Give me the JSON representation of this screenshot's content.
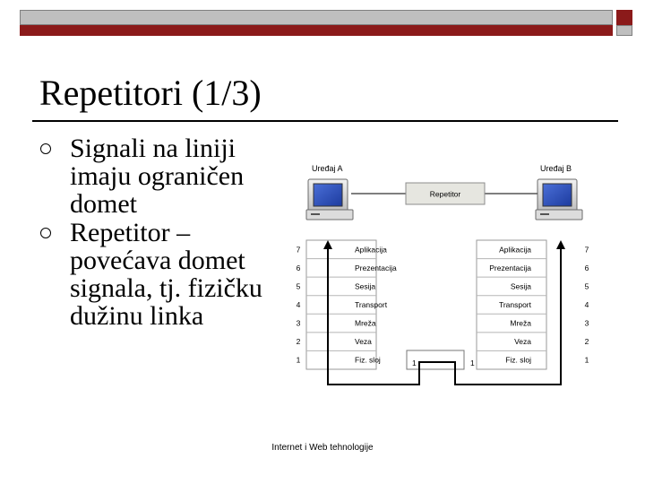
{
  "slide": {
    "title": "Repetitori (1/3)",
    "bullets": [
      "Signali na liniji imaju ograničen domet",
      "Repetitor – povećava domet signala, tj. fizičku dužinu linka"
    ],
    "footer": "Internet i Web tehnologije"
  },
  "colors": {
    "accent": "#8b1a1a",
    "bar": "#bfbfbf",
    "repeater_box": "#e6e6e0"
  },
  "diagram": {
    "device_a": "Uređaj A",
    "device_b": "Uređaj B",
    "repeater": "Repetitor",
    "layers": [
      {
        "num": "7",
        "left": "Aplikacija",
        "right": "Aplikacija"
      },
      {
        "num": "6",
        "left": "Prezentacija",
        "right": "Prezentacija"
      },
      {
        "num": "5",
        "left": "Sesija",
        "right": "Sesija"
      },
      {
        "num": "4",
        "left": "Transport",
        "right": "Transport"
      },
      {
        "num": "3",
        "left": "Mreža",
        "right": "Mreža"
      },
      {
        "num": "2",
        "left": "Veza",
        "right": "Veza"
      },
      {
        "num": "1",
        "left": "Fiz. sloj",
        "right": "Fiz. sloj"
      }
    ],
    "repeater_layer_left": "1",
    "repeater_layer_right": "1",
    "icons": [
      "computer-icon"
    ]
  }
}
